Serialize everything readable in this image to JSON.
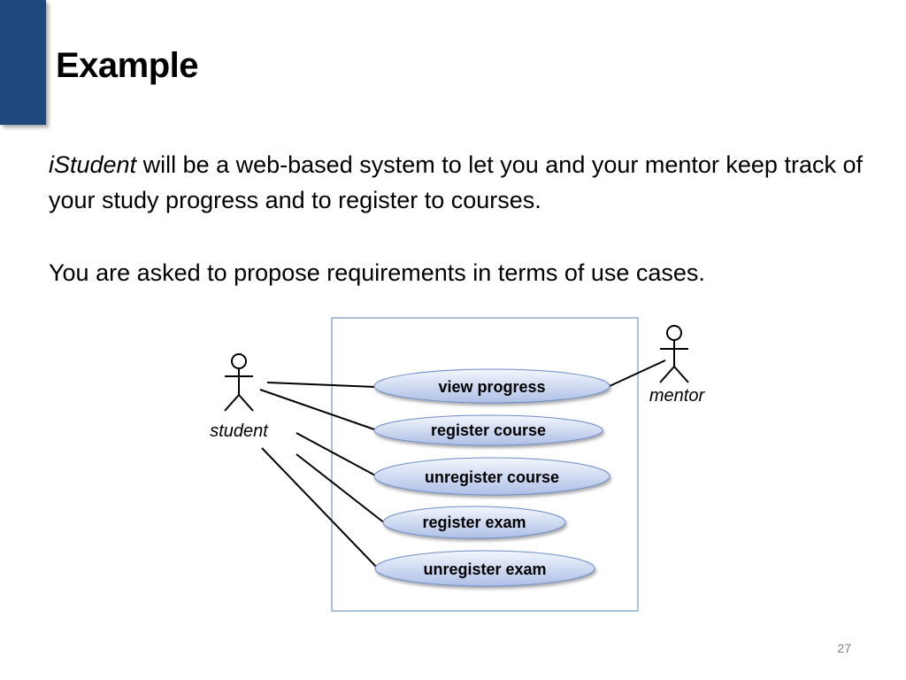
{
  "slide": {
    "title": "Example",
    "paragraph1_emphasis": "iStudent",
    "paragraph1_rest": " will be a web-based system to let you and your mentor keep track of your study progress and to register to courses.",
    "paragraph2": "You are asked to propose requirements in terms of use cases.",
    "page_number": "27"
  },
  "diagram": {
    "actors": [
      {
        "id": "student",
        "label": "student"
      },
      {
        "id": "mentor",
        "label": "mentor"
      }
    ],
    "use_cases": [
      {
        "id": "view-progress",
        "label": "view progress"
      },
      {
        "id": "register-course",
        "label": "register course"
      },
      {
        "id": "unregister-course",
        "label": "unregister course"
      },
      {
        "id": "register-exam",
        "label": "register exam"
      },
      {
        "id": "unregister-exam",
        "label": "unregister exam"
      }
    ],
    "associations": [
      {
        "actor": "student",
        "use_case": "view-progress"
      },
      {
        "actor": "student",
        "use_case": "register-course"
      },
      {
        "actor": "student",
        "use_case": "unregister-course"
      },
      {
        "actor": "student",
        "use_case": "register-exam"
      },
      {
        "actor": "student",
        "use_case": "unregister-exam"
      },
      {
        "actor": "mentor",
        "use_case": "view-progress"
      }
    ],
    "colors": {
      "accent_bar": "#1f497d",
      "system_boundary": "#7da0c8",
      "use_case_fill_top": "#f2f6fd",
      "use_case_fill_bottom": "#aebfe6",
      "use_case_stroke": "#6f8fc7"
    }
  }
}
